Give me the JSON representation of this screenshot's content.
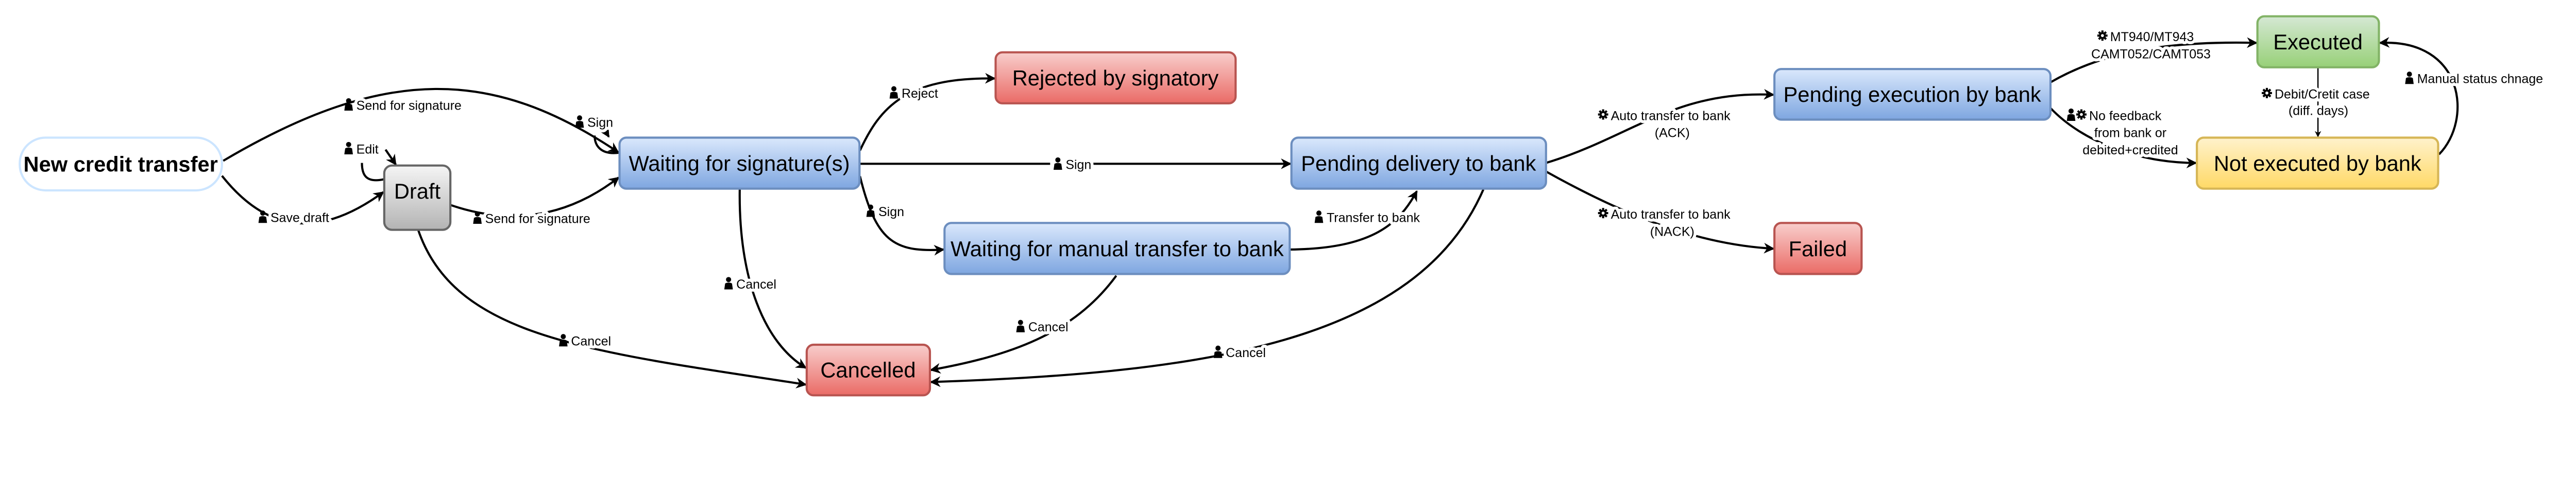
{
  "nodes": {
    "new": {
      "label": "New credit transfer"
    },
    "draft": {
      "label": "Draft"
    },
    "waiting_sig": {
      "label": "Waiting for signature(s)"
    },
    "rejected": {
      "label": "Rejected by signatory"
    },
    "pending_delivery": {
      "label": "Pending delivery to bank"
    },
    "manual": {
      "label": "Waiting for manual transfer to bank"
    },
    "cancelled": {
      "label": "Cancelled"
    },
    "pending_exec": {
      "label": "Pending execution by bank"
    },
    "failed": {
      "label": "Failed"
    },
    "executed": {
      "label": "Executed"
    },
    "not_executed": {
      "label": "Not executed by bank"
    }
  },
  "edges": {
    "new_to_waiting": {
      "icon": "person-icon",
      "label": "Send for signature"
    },
    "new_to_draft": {
      "icon": "person-icon",
      "label": "Save draft"
    },
    "draft_edit": {
      "icon": "person-icon",
      "label": "Edit"
    },
    "draft_to_waiting": {
      "icon": "person-icon",
      "label": "Send for signature"
    },
    "waiting_sign_self": {
      "icon": "person-icon",
      "label": "Sign"
    },
    "draft_cancel": {
      "icon": "person-icon",
      "label": "Cancel"
    },
    "waiting_cancel": {
      "icon": "person-icon",
      "label": "Cancel"
    },
    "waiting_reject": {
      "icon": "person-icon",
      "label": "Reject"
    },
    "waiting_sign_delivery": {
      "icon": "person-icon",
      "label": "Sign"
    },
    "waiting_sign_manual": {
      "icon": "person-icon",
      "label": "Sign"
    },
    "manual_transfer": {
      "icon": "person-icon",
      "label": "Transfer to bank"
    },
    "manual_cancel": {
      "icon": "person-icon",
      "label": "Cancel"
    },
    "delivery_cancel": {
      "icon": "person-icon",
      "label": "Cancel"
    },
    "auto_ack": {
      "icon": "gear-icon",
      "lines": [
        "Auto transfer to bank",
        "(ACK)"
      ]
    },
    "auto_nack": {
      "icon": "gear-icon",
      "lines": [
        "Auto transfer to bank",
        "(NACK)"
      ]
    },
    "statement": {
      "icon": "gear-icon",
      "lines": [
        "MT940/MT943",
        "CAMT052/CAMT053"
      ]
    },
    "no_feedback": {
      "icon": "person-gear-icon",
      "lines": [
        "No feedback",
        "from bank or",
        "debited+credited"
      ]
    },
    "debit_credit": {
      "icon": "gear-icon",
      "lines": [
        "Debit/Cretit case",
        "(diff. days)"
      ]
    },
    "manual_status": {
      "icon": "person-icon",
      "label": "Manual status chnage"
    }
  },
  "colors": {
    "blue": "#7ea6e0",
    "red": "#ea6b66",
    "green": "#97d077",
    "yellow": "#ffd966",
    "gray": "#b3b3b3"
  }
}
